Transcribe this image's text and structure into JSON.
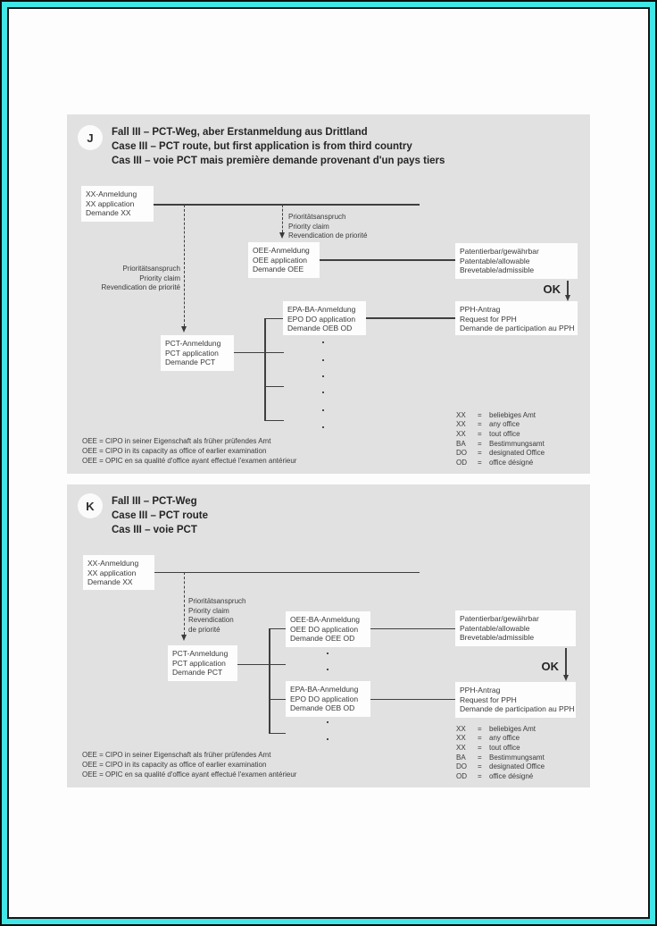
{
  "page": {
    "frame_color": "#41e6e6",
    "panel_bg": "#e1e1e1"
  },
  "shared": {
    "ok": "OK",
    "priority_3": [
      "Prioritätsanspruch",
      "Priority claim",
      "Revendication de priorité"
    ],
    "priority_4": [
      "Prioritätsanspruch",
      "Priority claim",
      "Revendication",
      "de priorité"
    ],
    "boxes": {
      "xx": [
        "XX-Anmeldung",
        "XX application",
        "Demande XX"
      ],
      "oee": [
        "OEE-Anmeldung",
        "OEE application",
        "Demande OEE"
      ],
      "oee_ba": [
        "OEE-BA-Anmeldung",
        "OEE DO application",
        "Demande OEE OD"
      ],
      "epa_ba": [
        "EPA-BA-Anmeldung",
        "EPO DO application",
        "Demande OEB OD"
      ],
      "pct": [
        "PCT-Anmeldung",
        "PCT application",
        "Demande PCT"
      ],
      "patentable": [
        "Patentierbar/gewährbar",
        "Patentable/allowable",
        "Brevetable/admissible"
      ],
      "pph": [
        "PPH-Antrag",
        "Request for PPH",
        "Demande de participation au PPH"
      ]
    },
    "legend_oee": [
      "OEE = CIPO in seiner Eigenschaft als früher prüfendes Amt",
      "OEE = CIPO in its capacity as office of earlier examination",
      "OEE = OPIC en sa qualité d'office ayant effectué l'examen antérieur"
    ],
    "legend_xx": [
      [
        "XX",
        "=",
        "beliebiges Amt"
      ],
      [
        "XX",
        "=",
        "any office"
      ],
      [
        "XX",
        "=",
        "tout office"
      ]
    ],
    "legend_ba": [
      [
        "BA",
        "=",
        "Bestimmungsamt"
      ],
      [
        "DO",
        "=",
        "designated Office"
      ],
      [
        "OD",
        "=",
        "office désigné"
      ]
    ]
  },
  "section_j": {
    "badge": "J",
    "title": [
      "Fall III – PCT-Weg, aber Erstanmeldung aus Drittland",
      "Case III – PCT route, but first application is from third country",
      "Cas III – voie PCT mais première demande provenant d'un pays tiers"
    ]
  },
  "section_k": {
    "badge": "K",
    "title": [
      "Fall III – PCT-Weg",
      "Case III – PCT route",
      "Cas III – voie PCT"
    ]
  }
}
